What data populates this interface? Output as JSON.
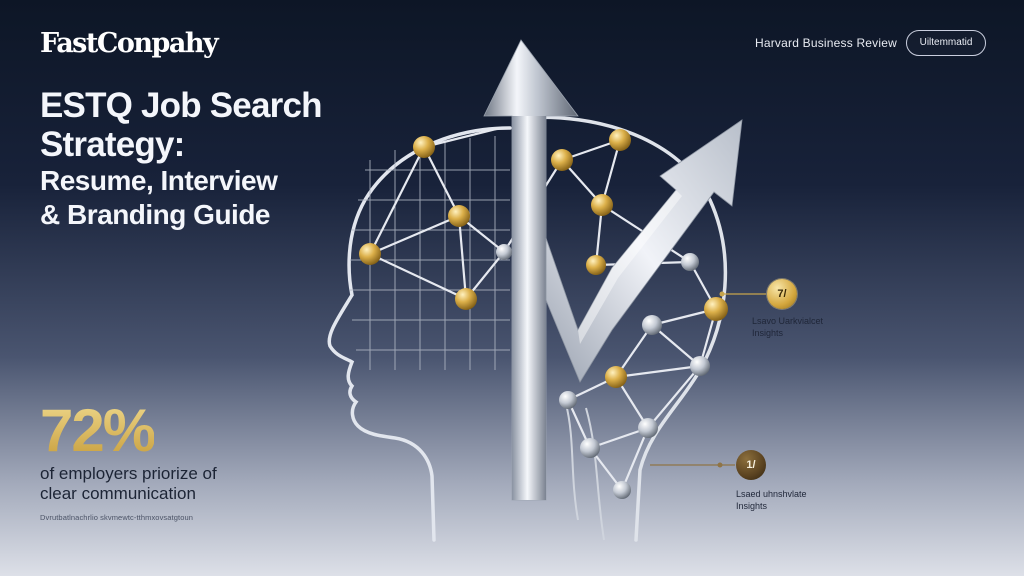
{
  "header": {
    "brand": "FastConpahy",
    "publication": "Harvard Business Review",
    "pill_button": "Uiltemmatid"
  },
  "headline": {
    "line1": "ESTQ Job Search",
    "line2": "Strategy:",
    "line3": "Resume, Interview",
    "line4": "& Branding Guide"
  },
  "stat": {
    "value": "72%",
    "caption_line1": "of employers priorize of",
    "caption_line2": "clear communication",
    "source": "Dvrutbatlnachrlio skvmewtc-tthmxovsatgtoun"
  },
  "callouts": [
    {
      "badge": "7/",
      "label_line1": "Lsavo Uarkvialcet",
      "label_line2": "Insights"
    },
    {
      "badge": "1/",
      "label_line1": "Lsaed uhnshvlate",
      "label_line2": "Insights"
    }
  ],
  "colors": {
    "background_top": "#0d1626",
    "background_bottom": "#dde0e8",
    "headline": "#f4f6fb",
    "stat_gold": "#d8b85a",
    "node_gold": "#d4a73e",
    "node_silver": "#c9ced8",
    "chrome": "#e4e8ef"
  },
  "icons": {
    "up_arrow": "upward-arrow-icon",
    "trend_arrow": "trend-up-arrow-icon",
    "head": "head-profile-icon"
  }
}
